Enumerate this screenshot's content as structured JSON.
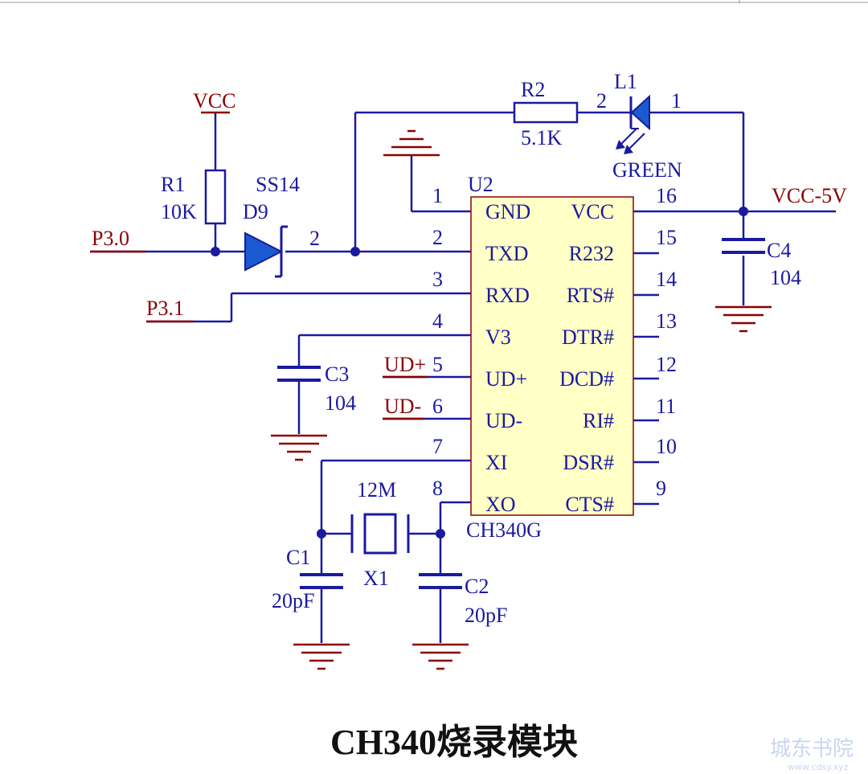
{
  "colors": {
    "wire": "#1a1aa0",
    "power": "#8b0000",
    "ic_fill": "#ffffc6",
    "ic_border": "#8b0000",
    "component": "#1a1aa0",
    "junction": "#1a1aa0"
  },
  "power": {
    "vcc": "VCC",
    "vcc5v": "VCC-5V"
  },
  "nets": {
    "p30": "P3.0",
    "p31": "P3.1",
    "udp": "UD+",
    "udm": "UD-"
  },
  "r1": {
    "ref": "R1",
    "value": "10K"
  },
  "r2": {
    "ref": "R2",
    "value": "5.1K",
    "pin2": "2"
  },
  "d9": {
    "part": "SS14",
    "ref": "D9",
    "pin2": "2"
  },
  "l1": {
    "ref": "L1",
    "color": "GREEN",
    "pin1": "1"
  },
  "c1": {
    "ref": "C1",
    "value": "20pF"
  },
  "c2": {
    "ref": "C2",
    "value": "20pF"
  },
  "c3": {
    "ref": "C3",
    "value": "104"
  },
  "c4": {
    "ref": "C4",
    "value": "104"
  },
  "x1": {
    "ref": "X1",
    "freq": "12M"
  },
  "u2": {
    "ref": "U2",
    "part": "CH340G",
    "left_pins": [
      {
        "num": "1",
        "name": "GND"
      },
      {
        "num": "2",
        "name": "TXD"
      },
      {
        "num": "3",
        "name": "RXD"
      },
      {
        "num": "4",
        "name": "V3"
      },
      {
        "num": "5",
        "name": "UD+"
      },
      {
        "num": "6",
        "name": "UD-"
      },
      {
        "num": "7",
        "name": "XI"
      },
      {
        "num": "8",
        "name": "XO"
      }
    ],
    "right_pins": [
      {
        "num": "16",
        "name": "VCC"
      },
      {
        "num": "15",
        "name": "R232"
      },
      {
        "num": "14",
        "name": "RTS#"
      },
      {
        "num": "13",
        "name": "DTR#"
      },
      {
        "num": "12",
        "name": "DCD#"
      },
      {
        "num": "11",
        "name": "RI#"
      },
      {
        "num": "10",
        "name": "DSR#"
      },
      {
        "num": "9",
        "name": "CTS#"
      }
    ]
  },
  "caption": "CH340烧录模块",
  "watermark": {
    "name": "城东书院",
    "site": "www.cdsy.xyz"
  }
}
